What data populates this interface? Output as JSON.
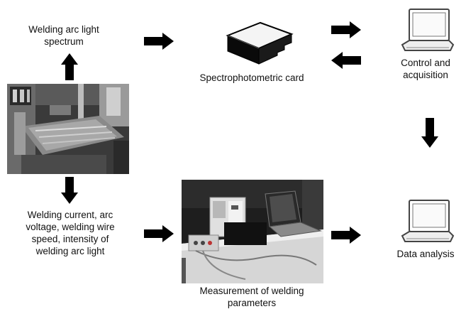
{
  "labels": {
    "arc_spectrum_line1": "Welding arc light",
    "arc_spectrum_line2": "spectrum",
    "spectro_card": "Spectrophotometric card",
    "control_line1": "Control and",
    "control_line2": "acquisition",
    "params_line1": "Welding current, arc",
    "params_line2": "voltage, welding wire",
    "params_line3": "speed, intensity of",
    "params_line4": "welding arc light",
    "measure_line1": "Measurement of welding",
    "measure_line2": "parameters",
    "analysis": "Data analysis"
  },
  "icons": {
    "welding_machine": "welding-machine-photo",
    "spectrometer": "spectrometer-card-icon",
    "computer_top": "computer-icon",
    "measurement_setup": "measurement-setup-photo",
    "computer_bottom": "computer-icon"
  },
  "colors": {
    "arrow": "#000000",
    "text": "#111111"
  }
}
